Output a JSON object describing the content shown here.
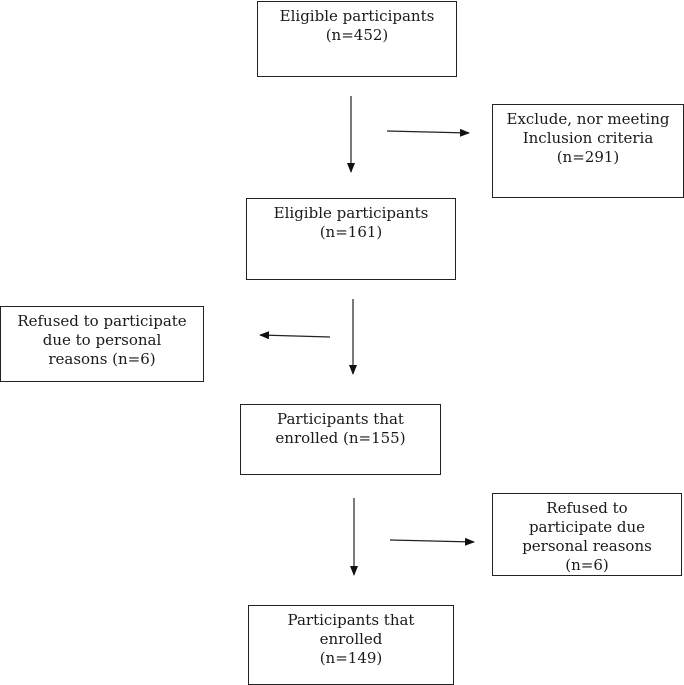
{
  "boxes": {
    "box1": {
      "lines": [
        "Eligible participants",
        "(n=452)"
      ]
    },
    "exclude1": {
      "lines": [
        "Exclude, nor meeting",
        "Inclusion criteria",
        "(n=291)"
      ]
    },
    "box2": {
      "lines": [
        "Eligible participants",
        "(n=161)"
      ]
    },
    "refused1": {
      "lines": [
        "Refused to participate",
        "due to personal",
        "reasons (n=6)"
      ]
    },
    "box3": {
      "lines": [
        "Participants that",
        "enrolled (n=155)"
      ]
    },
    "refused2": {
      "lines": [
        "Refused to",
        "participate due",
        "personal reasons",
        "(n=6)"
      ]
    },
    "box4": {
      "lines": [
        "Participants that",
        "enrolled",
        "(n=149)"
      ]
    }
  },
  "colors": {
    "stroke": "#222222",
    "text": "#1a1a1a",
    "background": "#ffffff"
  }
}
